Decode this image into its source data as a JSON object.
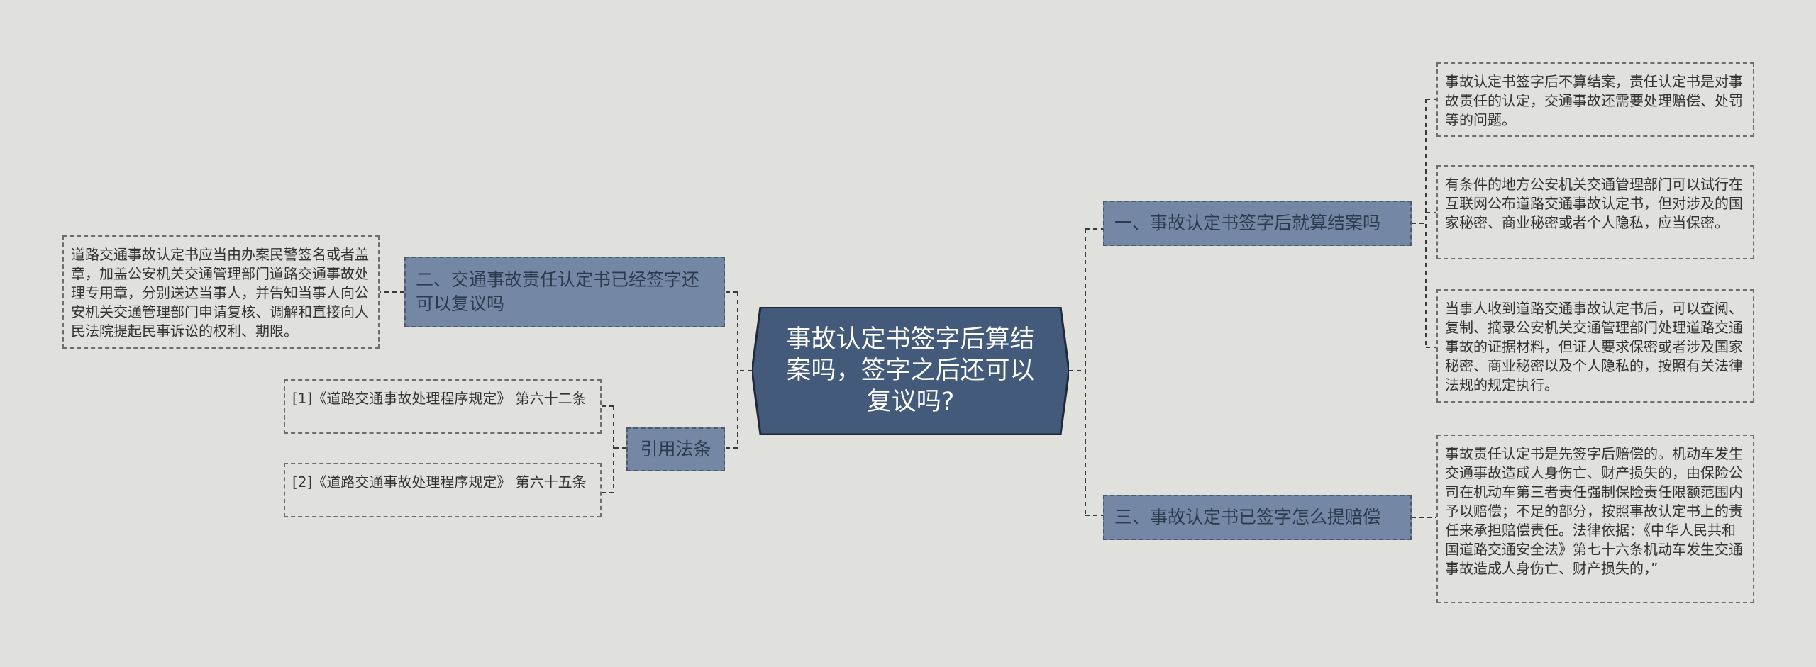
{
  "center": {
    "title": "事故认定书签字后算结案吗，签字之后还可以复议吗?"
  },
  "branches": {
    "r1": "一、事故认定书签字后就算结案吗",
    "r3": "三、事故认定书已签字怎么提赔偿",
    "l2": "二、交通事故责任认定书已经签字还可以复议吗",
    "ref": "引用法条"
  },
  "leaves": {
    "r1_a": "事故认定书签字后不算结案，责任认定书是对事故责任的认定，交通事故还需要处理赔偿、处罚等的问题。",
    "r1_b": "有条件的地方公安机关交通管理部门可以试行在互联网公布道路交通事故认定书，但对涉及的国家秘密、商业秘密或者个人隐私，应当保密。",
    "r1_c": "当事人收到道路交通事故认定书后，可以查阅、复制、摘录公安机关交通管理部门处理道路交通事故的证据材料，但证人要求保密或者涉及国家秘密、商业秘密以及个人隐私的，按照有关法律法规的规定执行。",
    "r3_a": "事故责任认定书是先签字后赔偿的。机动车发生交通事故造成人身伤亡、财产损失的，由保险公司在机动车第三者责任强制保险责任限额范围内予以赔偿；不足的部分，按照事故认定书上的责任来承担赔偿责任。法律依据：《中华人民共和国道路交通安全法》第七十六条机动车发生交通事故造成人身伤亡、财产损失的，”",
    "l2_a": "道路交通事故认定书应当由办案民警签名或者盖章，加盖公安机关交通管理部门道路交通事故处理专用章，分别送达当事人，并告知当事人向公安机关交通管理部门申请复核、调解和直接向人民法院提起民事诉讼的权利、期限。",
    "ref_a": "[1]《道路交通事故处理程序规定》 第六十二条",
    "ref_b": "[2]《道路交通事故处理程序规定》 第六十五条"
  },
  "colors": {
    "background": "#e0e0dc",
    "center_fill": "#435a7a",
    "branch_fill": "#7488a6",
    "connector": "#3a3a3a"
  }
}
